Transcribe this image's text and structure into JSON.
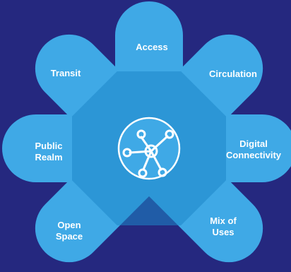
{
  "colors": {
    "background": "#25287f",
    "petal": "#3fa9e6",
    "overlap": "#1d86c9",
    "hub": "#3fa9e6",
    "hub_ring": "#ffffff",
    "text": "#ffffff"
  },
  "hub": {
    "icon": "network-node-icon"
  },
  "petals": [
    {
      "id": "access",
      "lines": [
        "Access"
      ]
    },
    {
      "id": "circulation",
      "lines": [
        "Circulation"
      ]
    },
    {
      "id": "digital-connectivity",
      "lines": [
        "Digital",
        "Connectivity"
      ]
    },
    {
      "id": "mix-of-uses",
      "lines": [
        "Mix of",
        "Uses"
      ]
    },
    {
      "id": "open-space",
      "lines": [
        "Open",
        "Space"
      ]
    },
    {
      "id": "public-realm",
      "lines": [
        "Public",
        "Realm"
      ]
    },
    {
      "id": "transit",
      "lines": [
        "Transit"
      ]
    }
  ]
}
